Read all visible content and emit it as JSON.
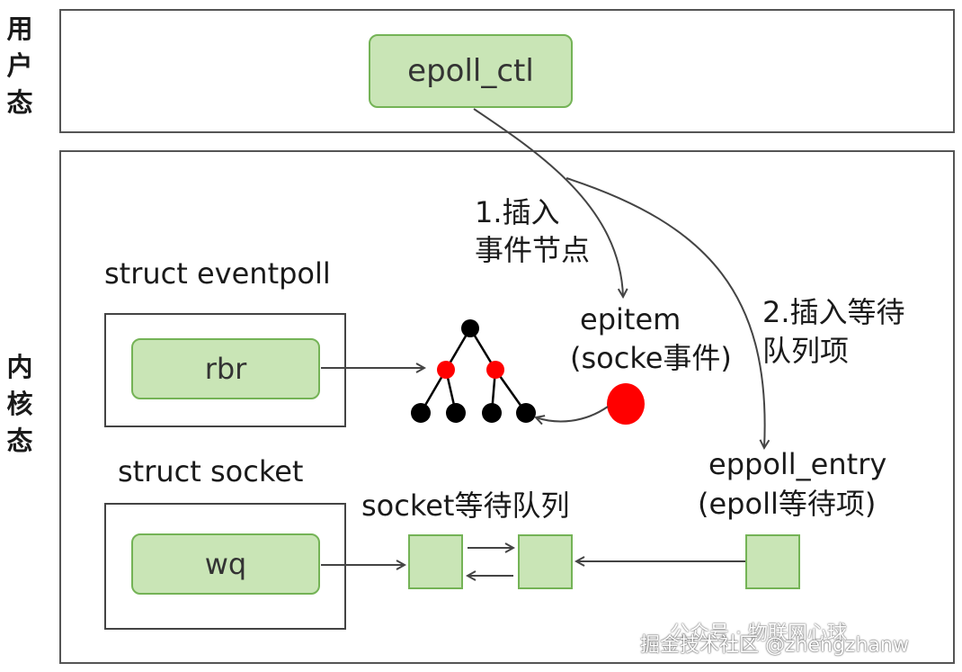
{
  "side_labels": {
    "user": "用户态",
    "kernel": "内核态"
  },
  "user_space": {
    "epoll_ctl": "epoll_ctl"
  },
  "kernel_space": {
    "eventpoll_title": "struct eventpoll",
    "rbr": "rbr",
    "socket_title": "struct socket",
    "wq": "wq",
    "step1_line1": "1.插入",
    "step1_line2": "事件节点",
    "epitem_line1": "epitem",
    "epitem_line2": "(socke事件)",
    "step2_line1": "2.插入等待",
    "step2_line2": "队列项",
    "eppoll_entry_line1": "eppoll_entry",
    "eppoll_entry_line2": "(epoll等待项)",
    "socket_wait_queue": "socket等待队列"
  },
  "watermark": {
    "line1": "公众号 · 物联网心球",
    "line2": "掘金技术社区 @zhengzhanw"
  },
  "colors": {
    "box_fill": "#c9e5b6",
    "box_border": "#74b356",
    "red_node": "#ff0000",
    "black_node": "#000000"
  }
}
